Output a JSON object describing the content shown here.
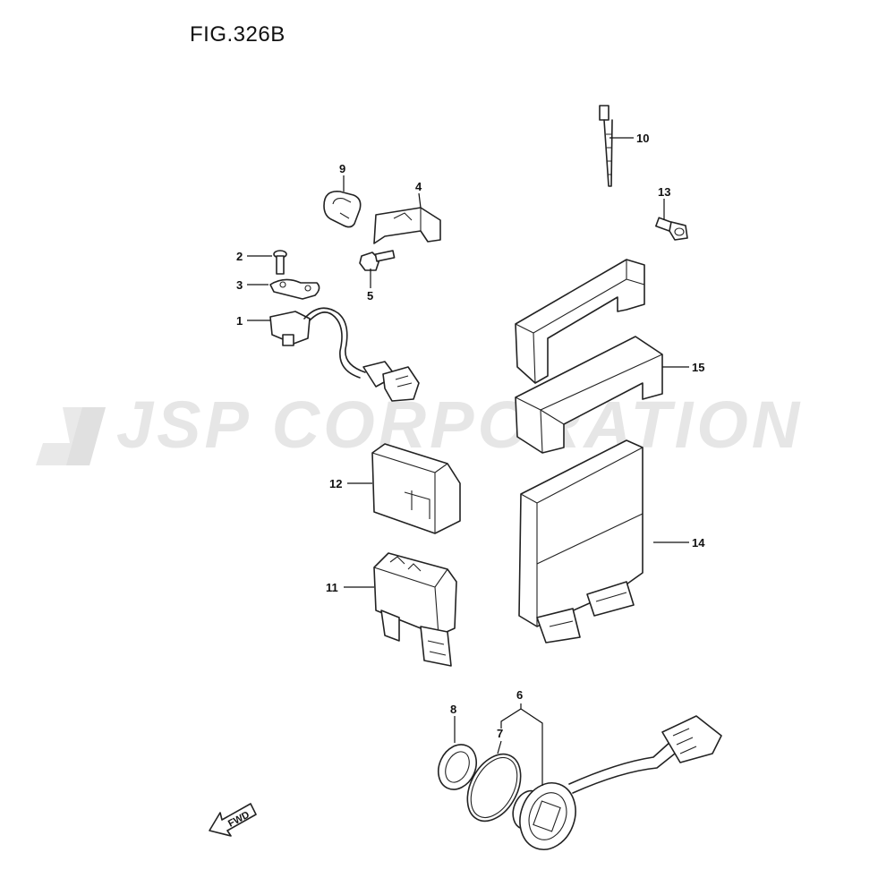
{
  "figure": {
    "title": "FIG.326B"
  },
  "watermark": {
    "text": "JSP CORPORATION"
  },
  "direction_arrow": {
    "label": "FWD"
  },
  "callouts": [
    "1",
    "2",
    "3",
    "4",
    "5",
    "6",
    "7",
    "8",
    "9",
    "10",
    "11",
    "12",
    "13",
    "14",
    "15"
  ]
}
